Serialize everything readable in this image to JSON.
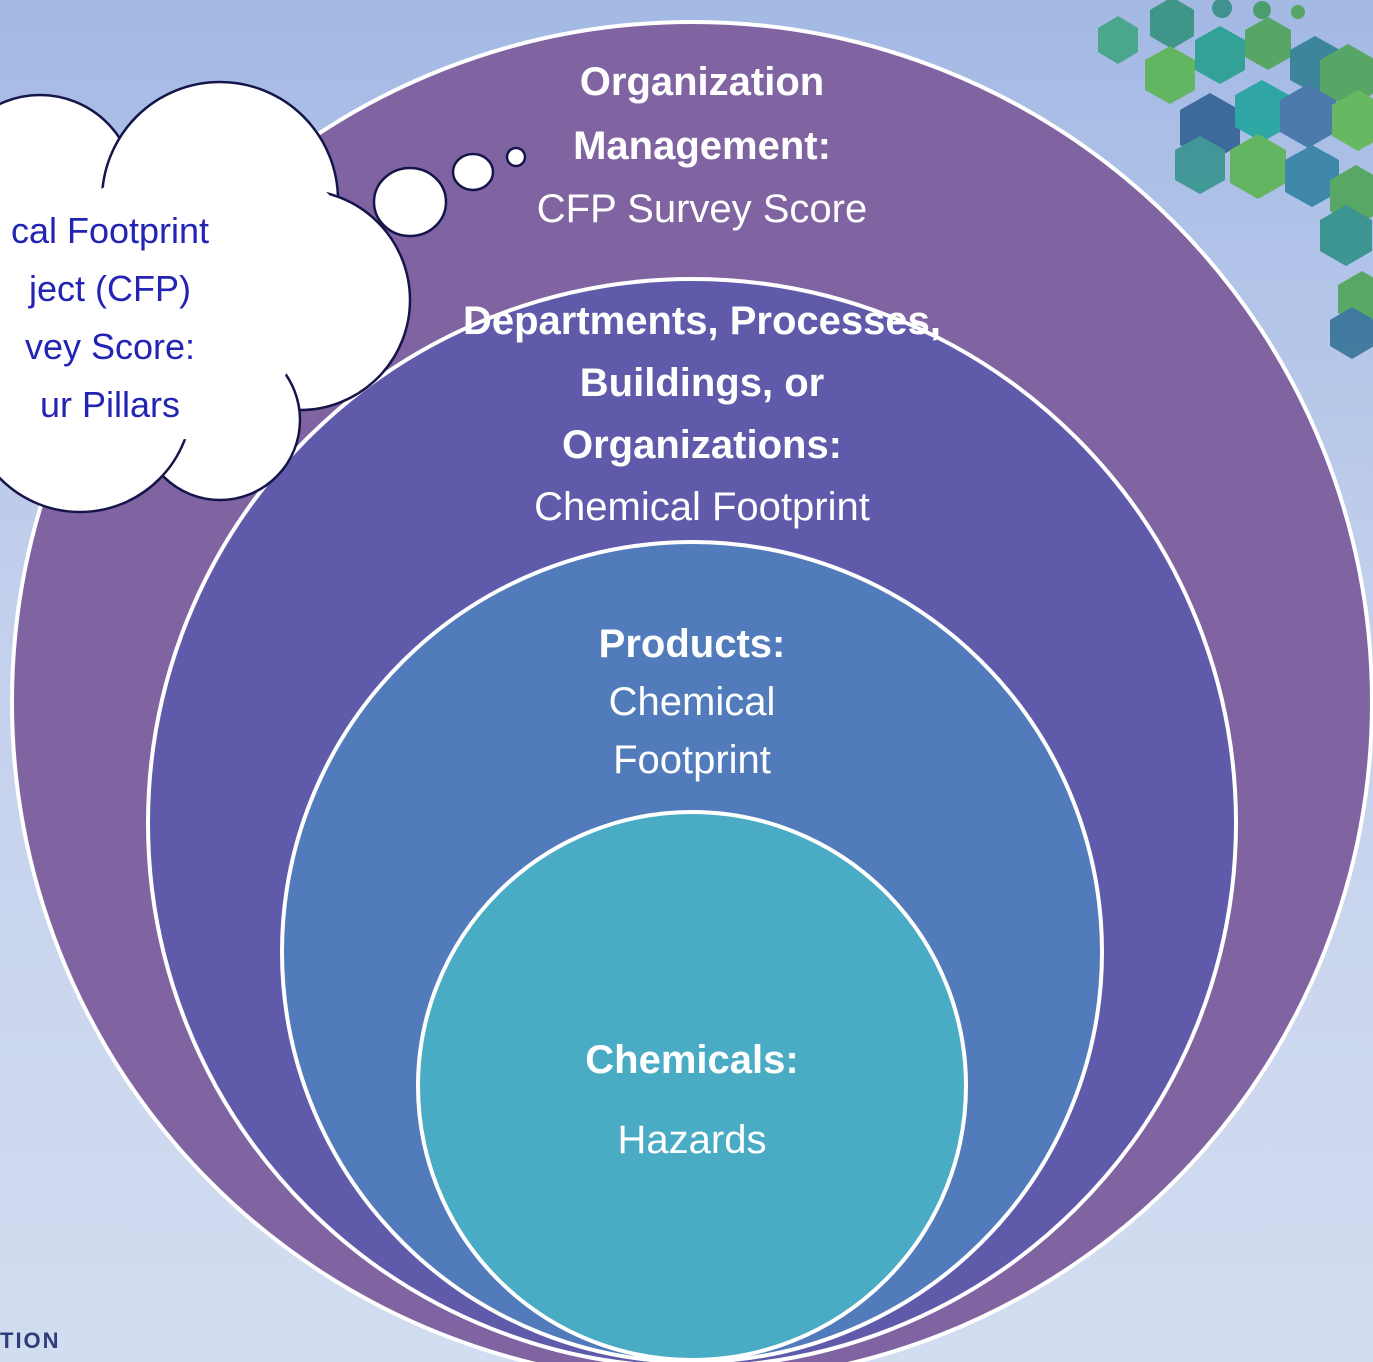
{
  "diagram": {
    "rings": [
      {
        "title": "Organization Management:",
        "lines": [
          "CFP Survey Score"
        ],
        "color": "#8064a2"
      },
      {
        "title": "Departments, Processes, Buildings, or Organizations:",
        "lines": [
          "Chemical Footprint"
        ],
        "color": "#5f5aaa"
      },
      {
        "title": "Products:",
        "lines": [
          "Chemical",
          "Footprint"
        ],
        "color": "#517bba"
      },
      {
        "title": "Chemicals:",
        "lines": [
          "Hazards"
        ],
        "color": "#4aabc5"
      }
    ],
    "thought_bubble": {
      "lines": [
        "cal Footprint",
        "ject (CFP)",
        "vey Score:",
        "ur Pillars"
      ],
      "text_color": "#2323b4"
    },
    "footer_fragment": "TION"
  }
}
